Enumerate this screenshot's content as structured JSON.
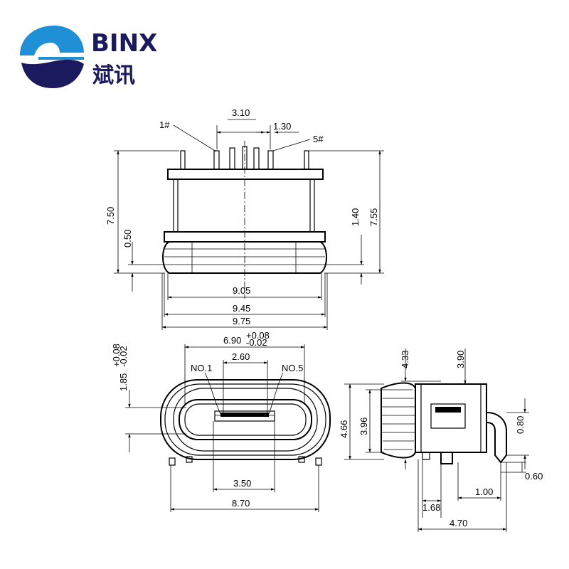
{
  "logo": {
    "brand_en": "BINX",
    "brand_cn": "斌讯",
    "colors": {
      "blue": "#1f8fd6",
      "navy": "#1c1a5e"
    }
  },
  "top_view": {
    "pin1": "1#",
    "pin5": "5#",
    "pitch_total": "3.10",
    "pitch_end": "1.30",
    "height_left": "7.50",
    "offset_left": "0.50",
    "height_right_small": "1.40",
    "height_right": "7.55",
    "width_1": "9.05",
    "width_2": "9.45",
    "width_3": "9.75"
  },
  "front_view": {
    "opening_width": "6.90",
    "opening_tol_plus": "+0.08",
    "opening_tol_minus": "-0.02",
    "height_left": "1.85",
    "height_tol_plus": "+0.08",
    "height_tol_minus": "-0.02",
    "no1": "NO.1",
    "no5": "NO.5",
    "contact_span": "2.60",
    "lead_span": "3.50",
    "body_width": "8.70"
  },
  "side_view": {
    "h_433": "4.33",
    "h_390": "3.90",
    "h_466": "4.66",
    "h_396": "3.96",
    "h_080": "0.80",
    "h_060": "0.60",
    "w_100": "1.00",
    "w_168": "1.68",
    "w_470": "4.70"
  }
}
